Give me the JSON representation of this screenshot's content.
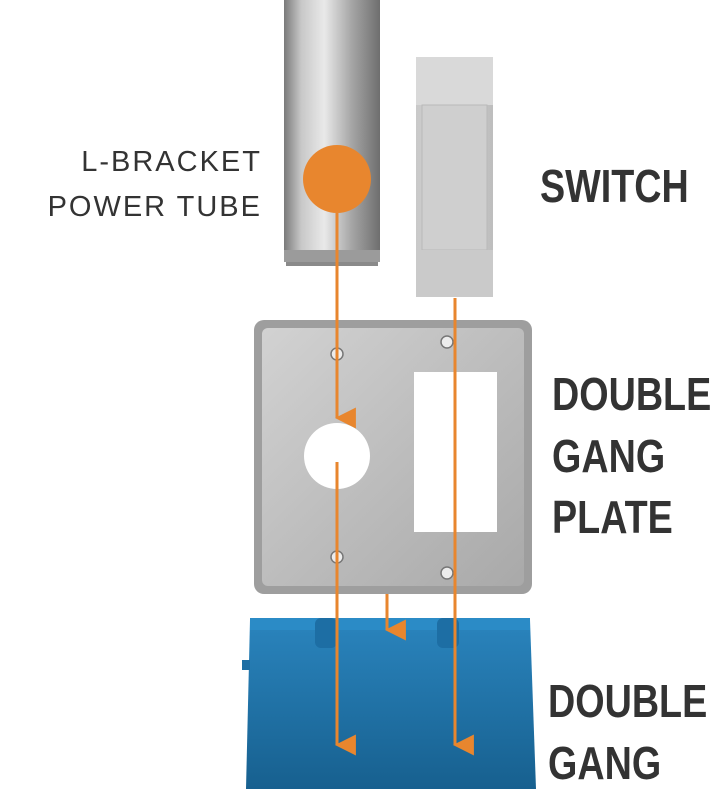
{
  "labels": {
    "power_tube": [
      "L-BRACKET",
      "POWER TUBE"
    ],
    "switch": "SWITCH",
    "plate": [
      "DOUBLE",
      "GANG",
      "PLATE"
    ],
    "box": [
      "DOUBLE",
      "GANG"
    ]
  },
  "colors": {
    "accent_orange": "#e8862e",
    "box_blue": "#1f6fa6",
    "metal_gray": "#bdbdbd",
    "text": "#333333"
  },
  "icons": [
    "orange-circle-marker",
    "arrow-down-icon"
  ]
}
